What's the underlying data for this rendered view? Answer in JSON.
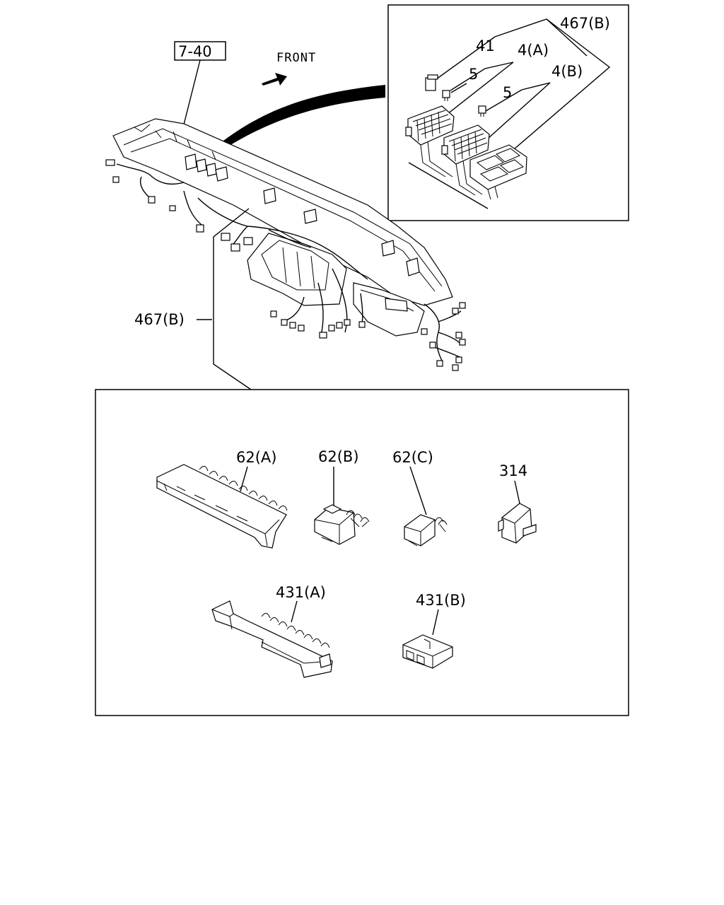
{
  "diagram": {
    "ref_box": "7-40",
    "front_label": "FRONT",
    "inset_top": {
      "labels": {
        "p467b": "467(B)",
        "p41": "41",
        "p4a": "4(A)",
        "p5a": "5",
        "p4b": "4(B)",
        "p5b": "5"
      }
    },
    "harness_label": "467(B)",
    "inset_bottom": {
      "labels": {
        "p62a": "62(A)",
        "p62b": "62(B)",
        "p62c": "62(C)",
        "p314": "314",
        "p431a": "431(A)",
        "p431b": "431(B)"
      }
    }
  }
}
